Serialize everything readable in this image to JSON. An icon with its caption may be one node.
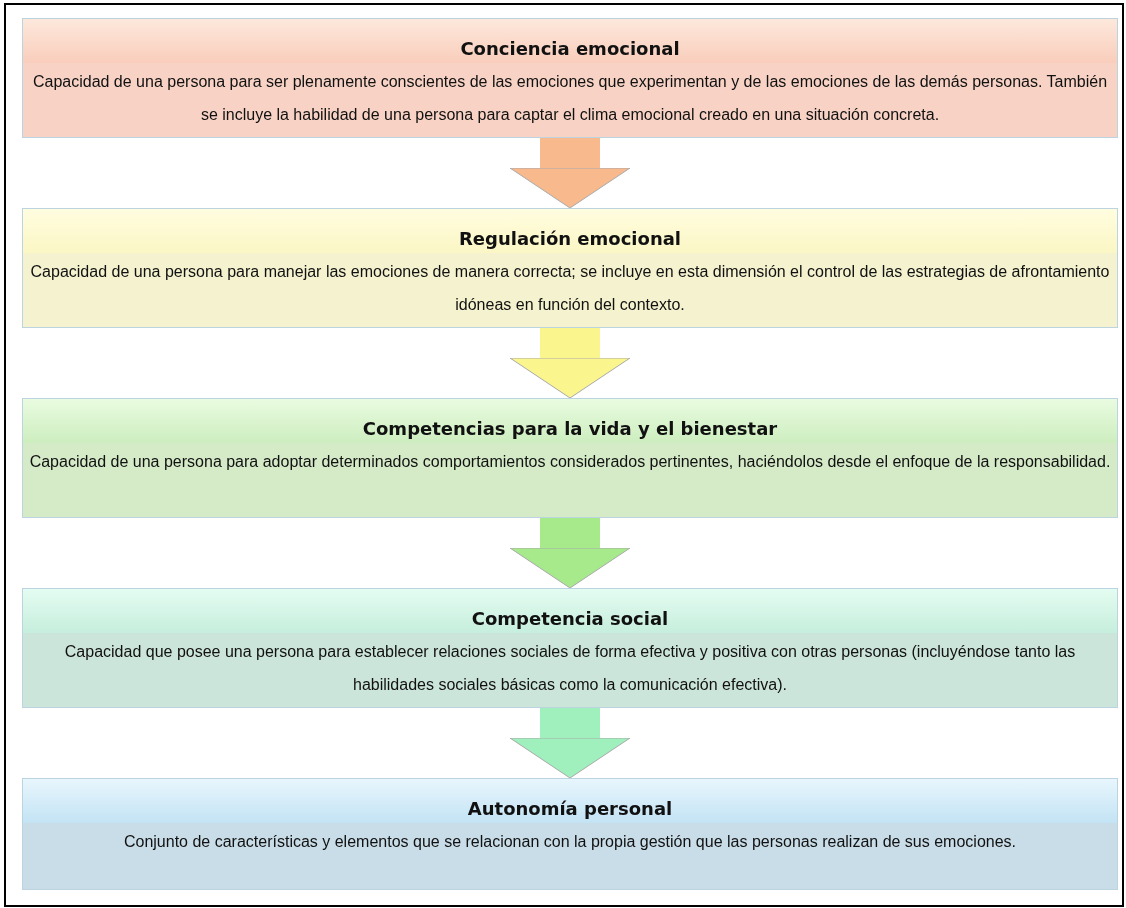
{
  "diagram": {
    "nodes": [
      {
        "text": [
          "Conciencia emocional",
          "Capacidad de una persona para ser plenamente conscientes de las emociones que experimentan y de las emociones de las demás personas. También se incluye la habilidad de una persona para captar el clima emocional creado en una situación concreta."
        ]
      },
      {
        "text": [
          "Regulación emocional",
          "Capacidad de una persona para manejar las emociones de manera correcta; se incluye en esta dimensión el control de las estrategias de afrontamiento idóneas en función del contexto."
        ]
      },
      {
        "text": [
          "Competencias para la vida y el bienestar",
          "Capacidad de una persona para adoptar determinados comportamientos considerados pertinentes, haciéndolos desde el enfoque de la responsabilidad."
        ]
      },
      {
        "text": [
          "Competencia social",
          "Capacidad que posee una persona para establecer relaciones sociales de forma efectiva y positiva con otras personas (incluyéndose tanto las habilidades sociales básicas como la comunicación efectiva)."
        ]
      },
      {
        "text": [
          "Autonomía personal",
          "Conjunto de características y elementos que se relacionan con la propia gestión que las personas realizan de sus emociones."
        ]
      }
    ],
    "edges": [
      {
        "from": 0,
        "to": 1,
        "arrow": "to",
        "color": "#f8b98c"
      },
      {
        "from": 1,
        "to": 2,
        "arrow": "to",
        "color": "#fbf58e"
      },
      {
        "from": 2,
        "to": 3,
        "arrow": "to",
        "color": "#a6ea8c"
      },
      {
        "from": 3,
        "to": 4,
        "arrow": "to",
        "color": "#9ff0bd"
      }
    ]
  }
}
